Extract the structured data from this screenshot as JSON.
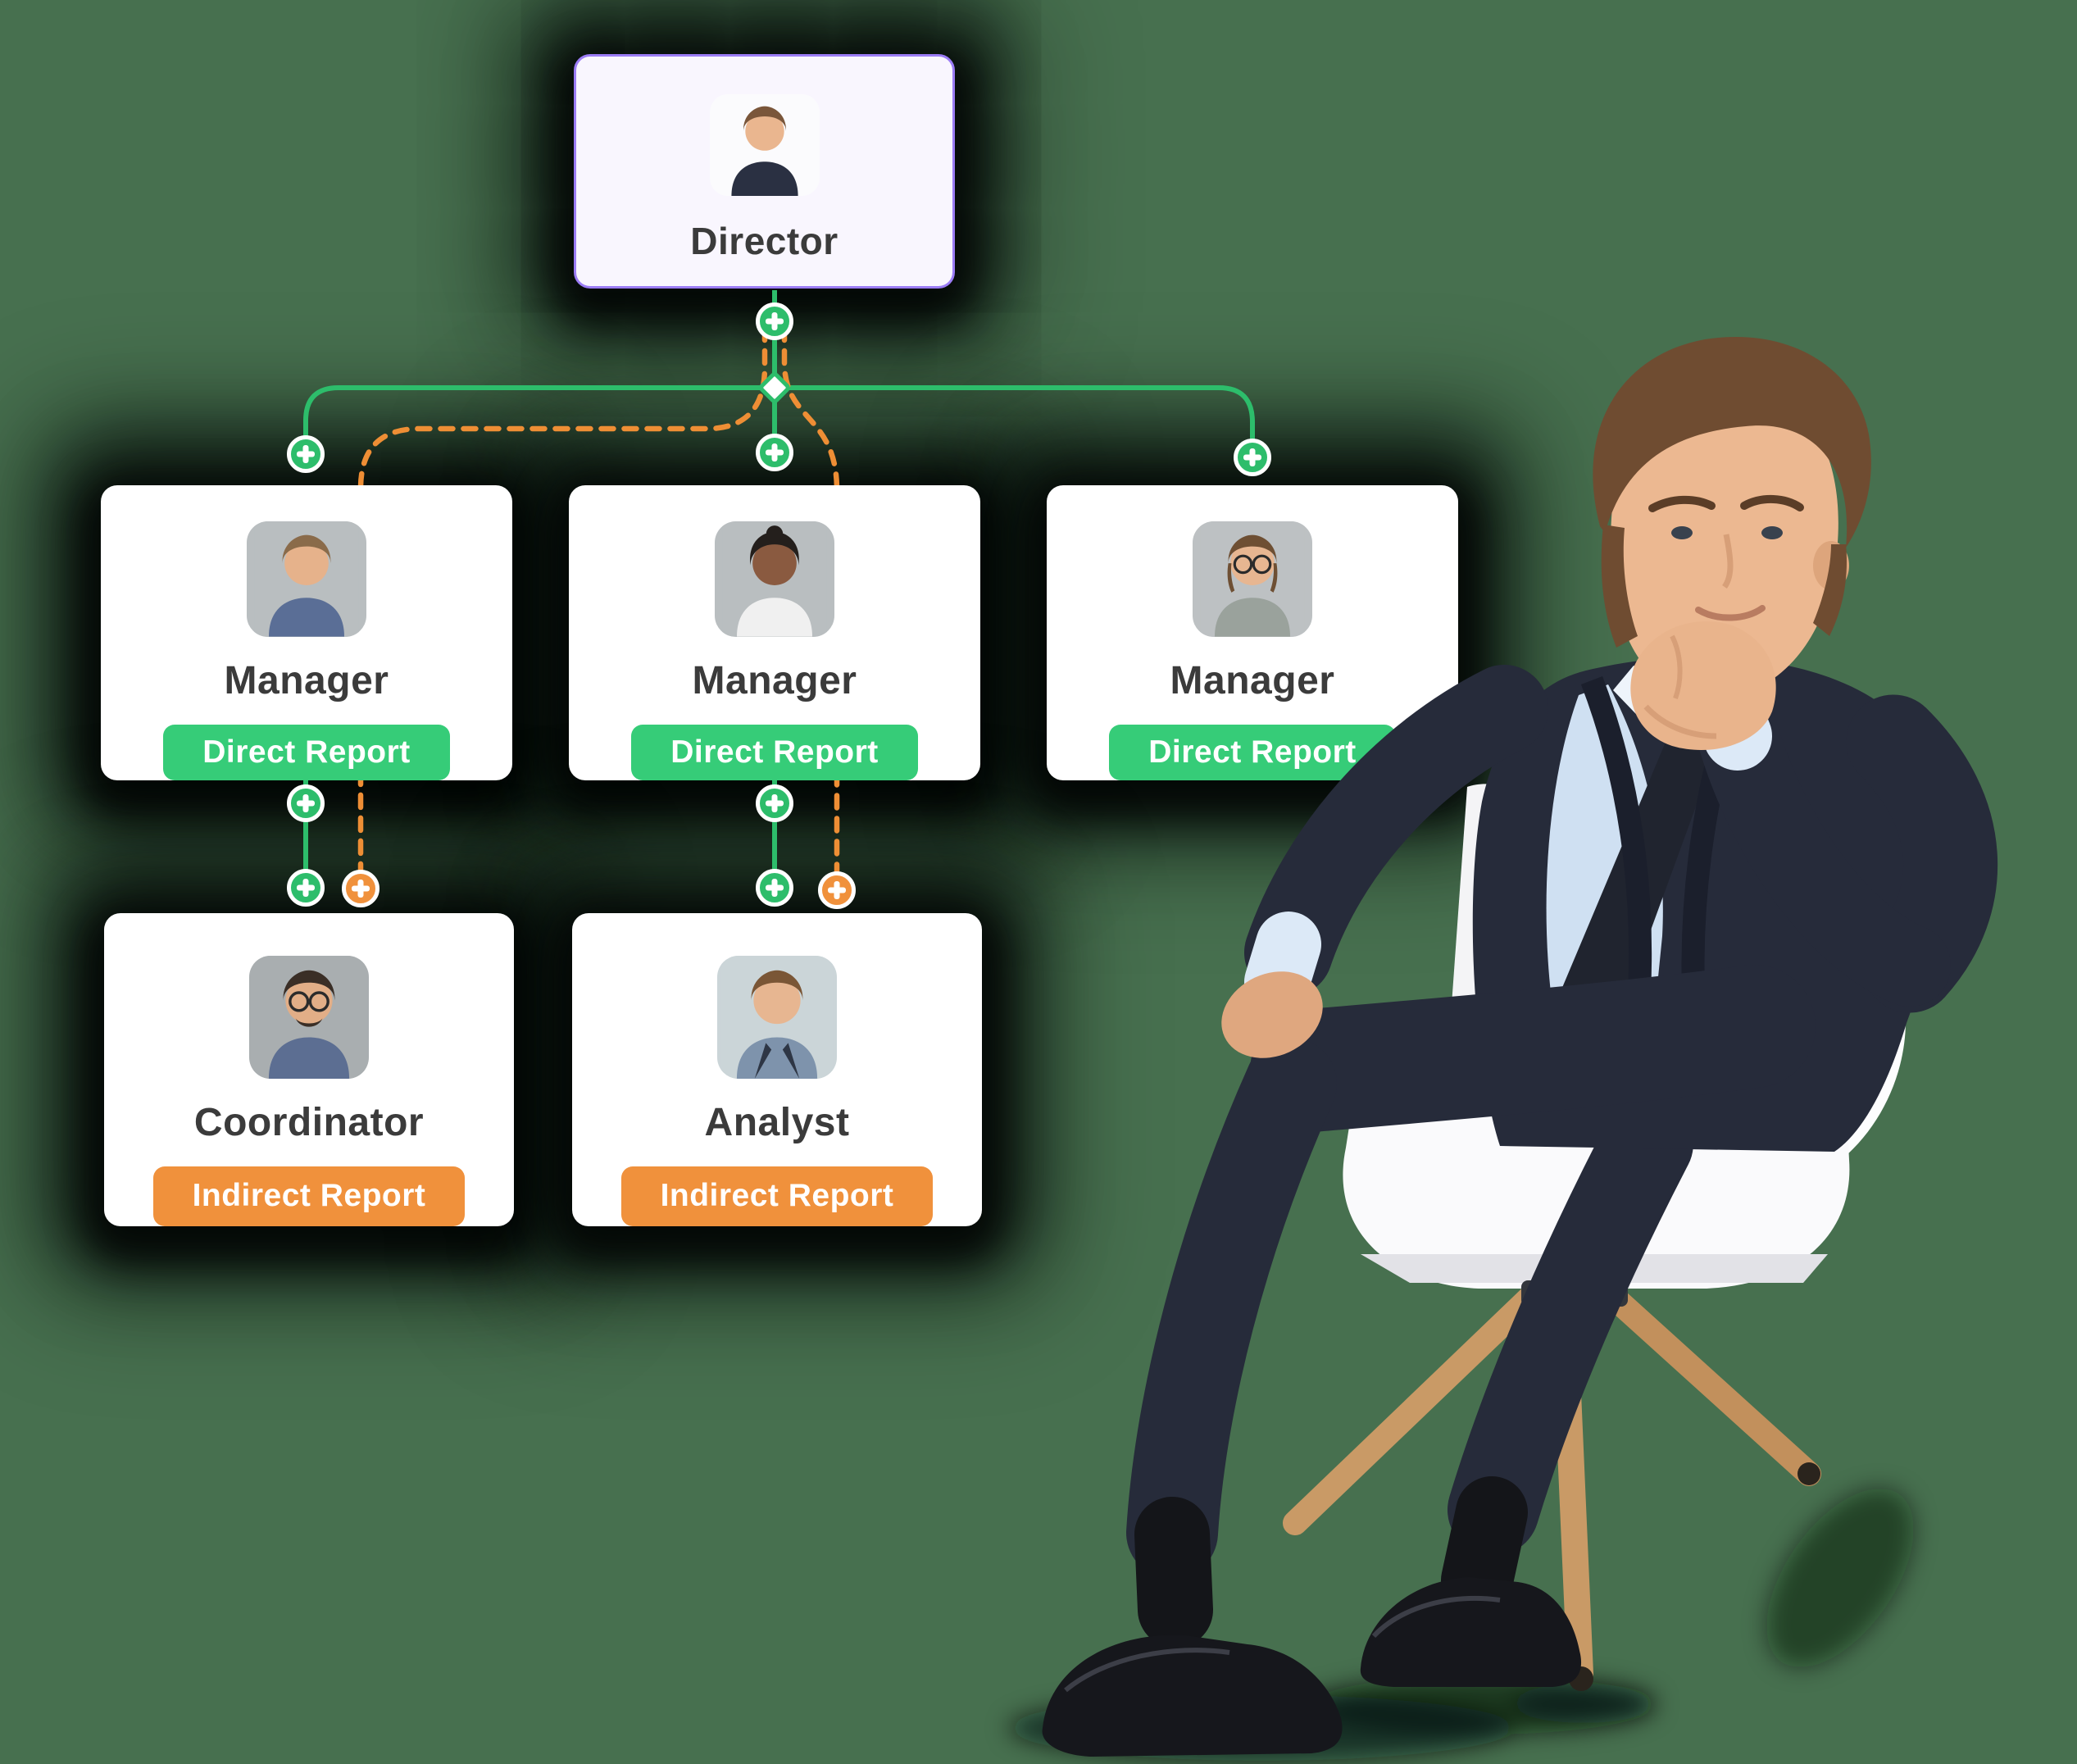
{
  "background_color": "#47704F",
  "org_chart": {
    "connector_colors": {
      "direct_line": "#2DBD6B",
      "indirect_line": "#EE8E35"
    },
    "node_colors": {
      "card_bg": "#FFFFFF",
      "director_card_bg": "#F9F6FE",
      "director_card_border": "#9B7CF5",
      "title_text": "#3B3B3B",
      "direct_badge_bg": "#36CC78",
      "indirect_badge_bg": "#F0913C",
      "badge_text": "#FFFFFF"
    },
    "plus_button_symbol": "+",
    "nodes": [
      {
        "role": "Director",
        "badge": "",
        "kind": "director",
        "avatar": {
          "bg": "#FBFBFD",
          "skin": "#EAB68F",
          "hair": "#7A563A",
          "shirt": "#2A3042",
          "glasses": false
        }
      },
      {
        "role": "Manager",
        "badge": "Direct Report",
        "kind": "direct",
        "avatar": {
          "bg": "#B9BEC0",
          "skin": "#E6B28B",
          "hair": "#8A6B4A",
          "shirt": "#5A6E96",
          "glasses": false
        }
      },
      {
        "role": "Manager",
        "badge": "Direct Report",
        "kind": "direct",
        "avatar": {
          "bg": "#B9BEC0",
          "skin": "#8A5A40",
          "hair": "#241F1C",
          "shirt": "#F0F0F0",
          "glasses": false
        }
      },
      {
        "role": "Manager",
        "badge": "Direct Report",
        "kind": "direct",
        "avatar": {
          "bg": "#BDC1C3",
          "skin": "#E7B691",
          "hair": "#6E4F33",
          "shirt": "#9AA29C",
          "glasses": true
        }
      },
      {
        "role": "Coordinator",
        "badge": "Indirect Report",
        "kind": "indirect",
        "avatar": {
          "bg": "#A9AEB0",
          "skin": "#E2AE87",
          "hair": "#3A2E26",
          "shirt": "#5C6E92",
          "glasses": true
        }
      },
      {
        "role": "Analyst",
        "badge": "Indirect Report",
        "kind": "indirect",
        "avatar": {
          "bg": "#CBD5D8",
          "skin": "#E7B691",
          "hair": "#7A5636",
          "shirt": "#7E93AC",
          "glasses": false
        }
      }
    ]
  }
}
